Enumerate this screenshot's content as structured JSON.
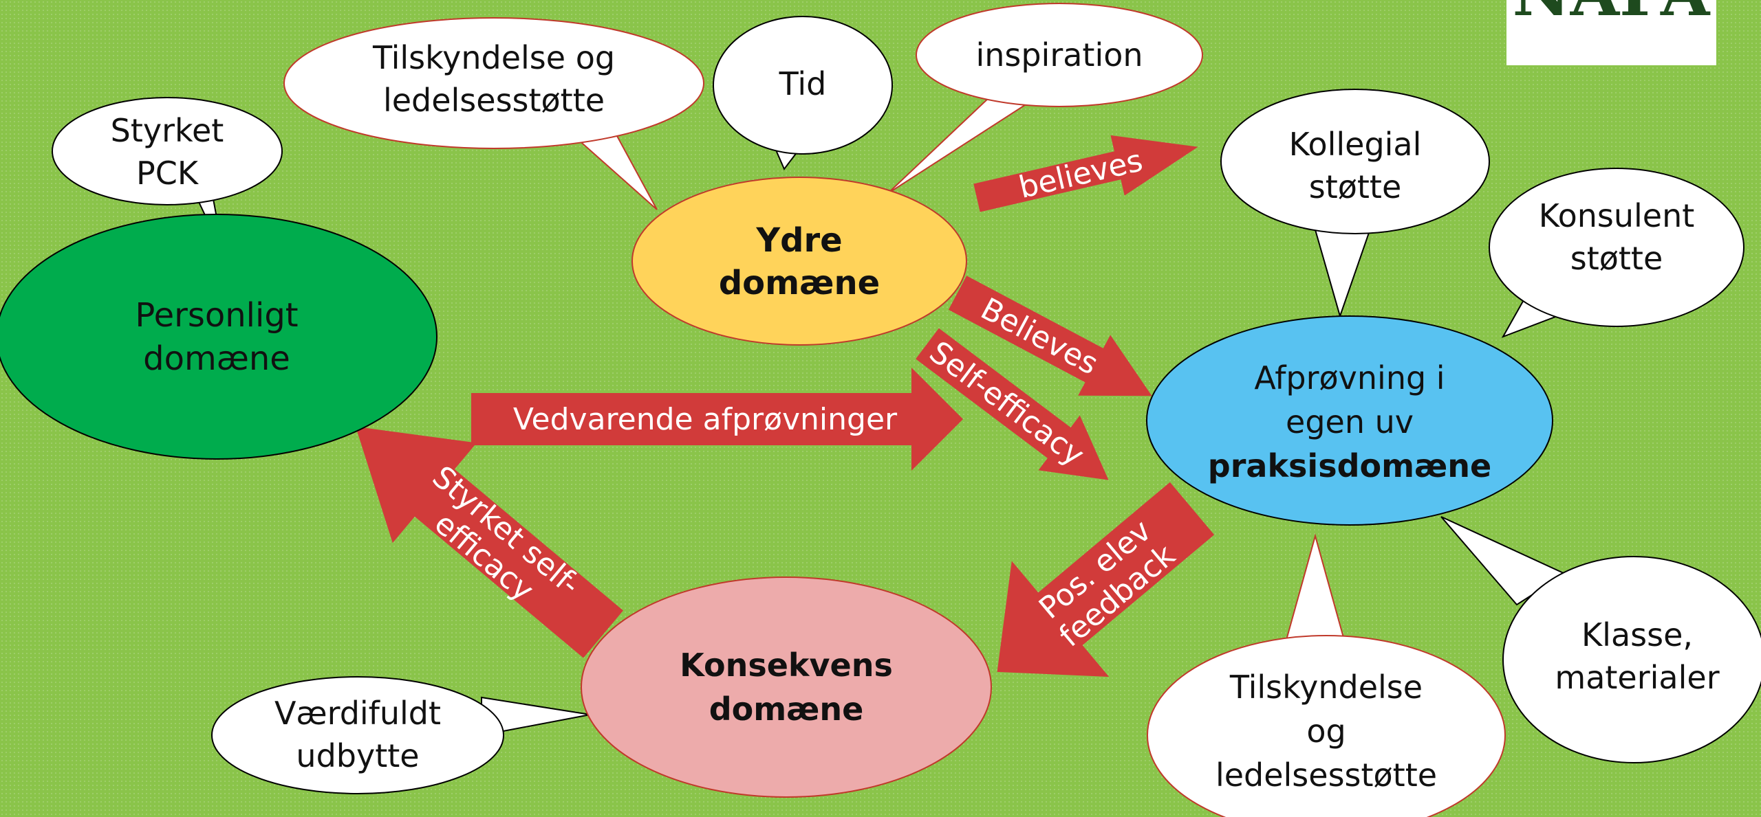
{
  "logo": {
    "text": "NAFA"
  },
  "domains": {
    "personligt": {
      "lines": [
        "Personligt",
        "domæne"
      ]
    },
    "ydre": {
      "lines": [
        "Ydre",
        "domæne"
      ]
    },
    "praksis": {
      "lines": [
        "Afprøvning i",
        "egen uv",
        "praksisdomæne"
      ]
    },
    "konsekvens": {
      "lines": [
        "Konsekvens",
        "domæne"
      ]
    }
  },
  "callouts": {
    "styrket_pck": {
      "lines": [
        "Styrket",
        "PCK"
      ]
    },
    "tilskyndelse_top": {
      "lines": [
        "Tilskyndelse og",
        "ledelsesstøtte"
      ]
    },
    "tid": {
      "lines": [
        "Tid"
      ]
    },
    "inspiration": {
      "lines": [
        "inspiration"
      ]
    },
    "kollegial": {
      "lines": [
        "Kollegial",
        "støtte"
      ]
    },
    "konsulent": {
      "lines": [
        "Konsulent",
        "støtte"
      ]
    },
    "klasse": {
      "lines": [
        "Klasse,",
        "materialer"
      ]
    },
    "tilskyndelse_bottom": {
      "lines": [
        "Tilskyndelse",
        "og",
        "ledelsesstøtte"
      ]
    },
    "vaerdifuldt": {
      "lines": [
        "Værdifuldt",
        "udbytte"
      ]
    }
  },
  "arrows": {
    "believes_top": {
      "lines": [
        "believes"
      ]
    },
    "believes": {
      "lines": [
        "Believes"
      ]
    },
    "self_efficacy": {
      "lines": [
        "Self-efficacy"
      ]
    },
    "vedvarende": {
      "lines": [
        "Vedvarende afprøvninger"
      ]
    },
    "styrket_self": {
      "lines": [
        "Styrket self-",
        "efficacy"
      ]
    },
    "pos_elev": {
      "lines": [
        "Pos. elev",
        "feedback"
      ]
    }
  },
  "colors": {
    "background": "#8ac44a",
    "arrow": "#d13b3a",
    "personligt": "#00ac4d",
    "ydre": "#ffd35a",
    "praksis": "#58c2f1",
    "konsekvens": "#edabab",
    "callout_fill": "#ffffff"
  }
}
